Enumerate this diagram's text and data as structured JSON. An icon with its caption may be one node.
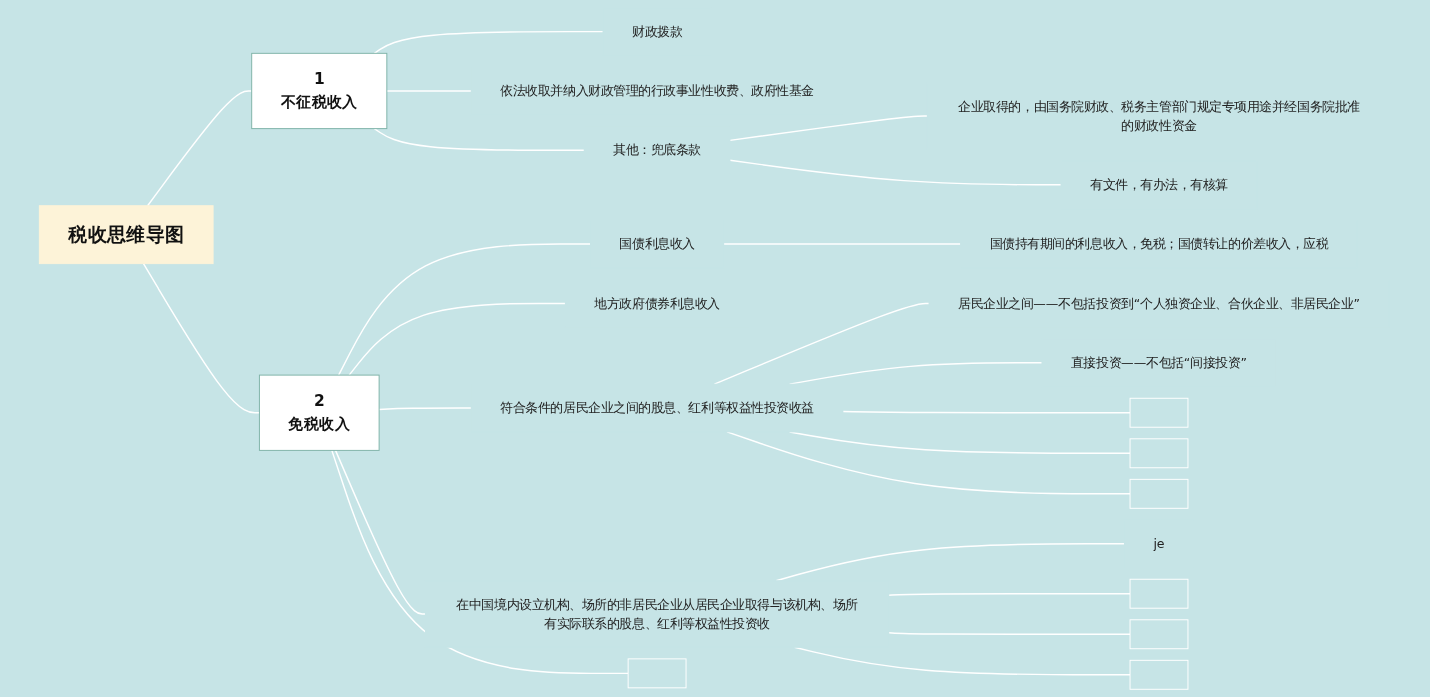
{
  "diagram": {
    "nodes": [
      {
        "text": [
          "税收思维导图"
        ]
      },
      {
        "text": [
          "1",
          "不征税收入"
        ]
      },
      {
        "text": [
          "财政拨款"
        ]
      },
      {
        "text": [
          "依法收取并纳入财政管理的行政事业性收费、政府性基金"
        ]
      },
      {
        "text": [
          "其他：兜底条款"
        ]
      },
      {
        "text": [
          "企业取得的，由国务院财政、税务主管部门规定专项用途并经国务院批准的财政性资金"
        ]
      },
      {
        "text": [
          "有文件，有办法，有核算"
        ]
      },
      {
        "text": [
          "2",
          "免税收入"
        ]
      },
      {
        "text": [
          "国债利息收入"
        ]
      },
      {
        "text": [
          "国债持有期间的利息收入，免税；国债转让的价差收入，应税"
        ]
      },
      {
        "text": [
          "地方政府债券利息收入"
        ]
      },
      {
        "text": [
          "符合条件的居民企业之间的股息、红利等权益性投资收益"
        ]
      },
      {
        "text": [
          "居民企业之间——不包括投资到“个人独资企业、合伙企业、非居民企业”"
        ]
      },
      {
        "text": [
          "直接投资——不包括“间接投资”"
        ]
      },
      {
        "text": [],
        "shape": "box"
      },
      {
        "text": [],
        "shape": "box"
      },
      {
        "text": [],
        "shape": "box"
      },
      {
        "text": [
          "在中国境内设立机构、场所的非居民企业从居民企业取得与该机构、场所有实际联系的股息、红利等权益性投资收"
        ]
      },
      {
        "text": [
          "je"
        ]
      },
      {
        "text": [],
        "shape": "box"
      },
      {
        "text": [],
        "shape": "box"
      },
      {
        "text": [],
        "shape": "box"
      },
      {
        "text": [],
        "shape": "box"
      }
    ],
    "edges": [
      {
        "from": 0,
        "to": 1,
        "arrow": "none"
      },
      {
        "from": 1,
        "to": 2,
        "arrow": "none"
      },
      {
        "from": 1,
        "to": 3,
        "arrow": "none"
      },
      {
        "from": 1,
        "to": 4,
        "arrow": "none"
      },
      {
        "from": 4,
        "to": 5,
        "arrow": "none"
      },
      {
        "from": 4,
        "to": 6,
        "arrow": "none"
      },
      {
        "from": 0,
        "to": 7,
        "arrow": "none"
      },
      {
        "from": 7,
        "to": 8,
        "arrow": "none"
      },
      {
        "from": 8,
        "to": 9,
        "arrow": "none"
      },
      {
        "from": 7,
        "to": 10,
        "arrow": "none"
      },
      {
        "from": 7,
        "to": 11,
        "arrow": "none"
      },
      {
        "from": 11,
        "to": 12,
        "arrow": "none"
      },
      {
        "from": 11,
        "to": 13,
        "arrow": "none"
      },
      {
        "from": 11,
        "to": 14,
        "arrow": "none"
      },
      {
        "from": 11,
        "to": 15,
        "arrow": "none"
      },
      {
        "from": 11,
        "to": 16,
        "arrow": "none"
      },
      {
        "from": 7,
        "to": 17,
        "arrow": "none"
      },
      {
        "from": 17,
        "to": 18,
        "arrow": "none"
      },
      {
        "from": 17,
        "to": 19,
        "arrow": "none"
      },
      {
        "from": 17,
        "to": 20,
        "arrow": "none"
      },
      {
        "from": 17,
        "to": 21,
        "arrow": "none"
      },
      {
        "from": 7,
        "to": 22,
        "arrow": "none"
      }
    ]
  }
}
